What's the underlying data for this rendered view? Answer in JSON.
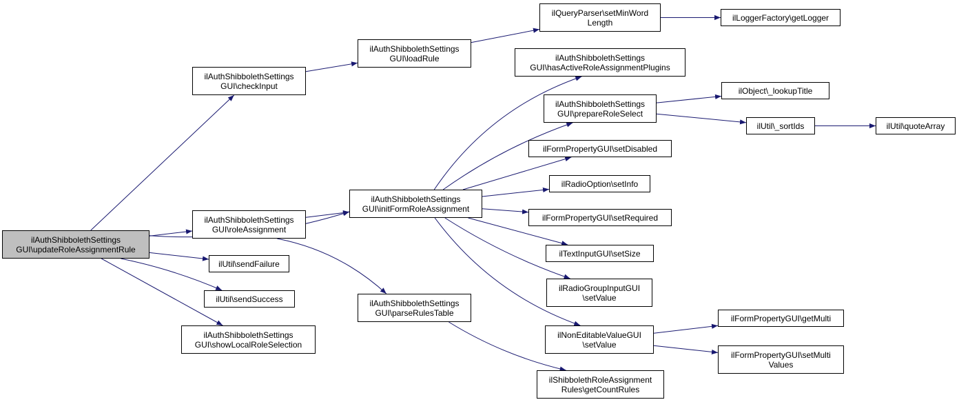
{
  "colors": {
    "edge": "#191970",
    "node_border": "#000000",
    "node_fill": "#ffffff",
    "root_fill": "#bfbfbf"
  },
  "nodes": [
    {
      "id": "updateRoleAssignmentRule",
      "lines": [
        "ilAuthShibbolethSettings",
        "GUI\\updateRoleAssignmentRule"
      ],
      "root": true
    },
    {
      "id": "checkInput",
      "lines": [
        "ilAuthShibbolethSettings",
        "GUI\\checkInput"
      ]
    },
    {
      "id": "loadRule",
      "lines": [
        "ilAuthShibbolethSettings",
        "GUI\\loadRule"
      ]
    },
    {
      "id": "setMinWordLength",
      "lines": [
        "ilQueryParser\\setMinWord",
        "Length"
      ]
    },
    {
      "id": "getLogger",
      "lines": [
        "ilLoggerFactory\\getLogger"
      ]
    },
    {
      "id": "hasActiveRoleAssignmentPlugins",
      "lines": [
        "ilAuthShibbolethSettings",
        "GUI\\hasActiveRoleAssignmentPlugins"
      ]
    },
    {
      "id": "prepareRoleSelect",
      "lines": [
        "ilAuthShibbolethSettings",
        "GUI\\prepareRoleSelect"
      ]
    },
    {
      "id": "lookupTitle",
      "lines": [
        "ilObject\\_lookupTitle"
      ]
    },
    {
      "id": "sortIds",
      "lines": [
        "ilUtil\\_sortIds"
      ]
    },
    {
      "id": "quoteArray",
      "lines": [
        "ilUtil\\quoteArray"
      ]
    },
    {
      "id": "setDisabled",
      "lines": [
        "ilFormPropertyGUI\\setDisabled"
      ]
    },
    {
      "id": "initFormRoleAssignment",
      "lines": [
        "ilAuthShibbolethSettings",
        "GUI\\initFormRoleAssignment"
      ]
    },
    {
      "id": "setInfo",
      "lines": [
        "ilRadioOption\\setInfo"
      ]
    },
    {
      "id": "roleAssignment",
      "lines": [
        "ilAuthShibbolethSettings",
        "GUI\\roleAssignment"
      ]
    },
    {
      "id": "setRequired",
      "lines": [
        "ilFormPropertyGUI\\setRequired"
      ]
    },
    {
      "id": "setSize",
      "lines": [
        "ilTextInputGUI\\setSize"
      ]
    },
    {
      "id": "sendFailure",
      "lines": [
        "ilUtil\\sendFailure"
      ]
    },
    {
      "id": "radioSetValue",
      "lines": [
        "ilRadioGroupInputGUI",
        "\\setValue"
      ]
    },
    {
      "id": "sendSuccess",
      "lines": [
        "ilUtil\\sendSuccess"
      ]
    },
    {
      "id": "parseRulesTable",
      "lines": [
        "ilAuthShibbolethSettings",
        "GUI\\parseRulesTable"
      ]
    },
    {
      "id": "showLocalRoleSelection",
      "lines": [
        "ilAuthShibbolethSettings",
        "GUI\\showLocalRoleSelection"
      ]
    },
    {
      "id": "nonEditSetValue",
      "lines": [
        "ilNonEditableValueGUI",
        "\\setValue"
      ]
    },
    {
      "id": "getMulti",
      "lines": [
        "ilFormPropertyGUI\\getMulti"
      ]
    },
    {
      "id": "setMultiValues",
      "lines": [
        "ilFormPropertyGUI\\setMulti",
        "Values"
      ]
    },
    {
      "id": "getCountRules",
      "lines": [
        "ilShibbolethRoleAssignment",
        "Rules\\getCountRules"
      ]
    }
  ],
  "edges": [
    [
      "updateRoleAssignmentRule",
      "checkInput"
    ],
    [
      "updateRoleAssignmentRule",
      "initFormRoleAssignment"
    ],
    [
      "updateRoleAssignmentRule",
      "roleAssignment"
    ],
    [
      "updateRoleAssignmentRule",
      "sendFailure"
    ],
    [
      "updateRoleAssignmentRule",
      "sendSuccess"
    ],
    [
      "updateRoleAssignmentRule",
      "showLocalRoleSelection"
    ],
    [
      "checkInput",
      "loadRule"
    ],
    [
      "loadRule",
      "setMinWordLength"
    ],
    [
      "setMinWordLength",
      "getLogger"
    ],
    [
      "roleAssignment",
      "initFormRoleAssignment"
    ],
    [
      "roleAssignment",
      "parseRulesTable"
    ],
    [
      "initFormRoleAssignment",
      "hasActiveRoleAssignmentPlugins"
    ],
    [
      "initFormRoleAssignment",
      "prepareRoleSelect"
    ],
    [
      "initFormRoleAssignment",
      "setDisabled"
    ],
    [
      "initFormRoleAssignment",
      "setInfo"
    ],
    [
      "initFormRoleAssignment",
      "setRequired"
    ],
    [
      "initFormRoleAssignment",
      "setSize"
    ],
    [
      "initFormRoleAssignment",
      "radioSetValue"
    ],
    [
      "initFormRoleAssignment",
      "nonEditSetValue"
    ],
    [
      "prepareRoleSelect",
      "lookupTitle"
    ],
    [
      "prepareRoleSelect",
      "sortIds"
    ],
    [
      "sortIds",
      "quoteArray"
    ],
    [
      "nonEditSetValue",
      "getMulti"
    ],
    [
      "nonEditSetValue",
      "setMultiValues"
    ],
    [
      "parseRulesTable",
      "getCountRules"
    ]
  ]
}
